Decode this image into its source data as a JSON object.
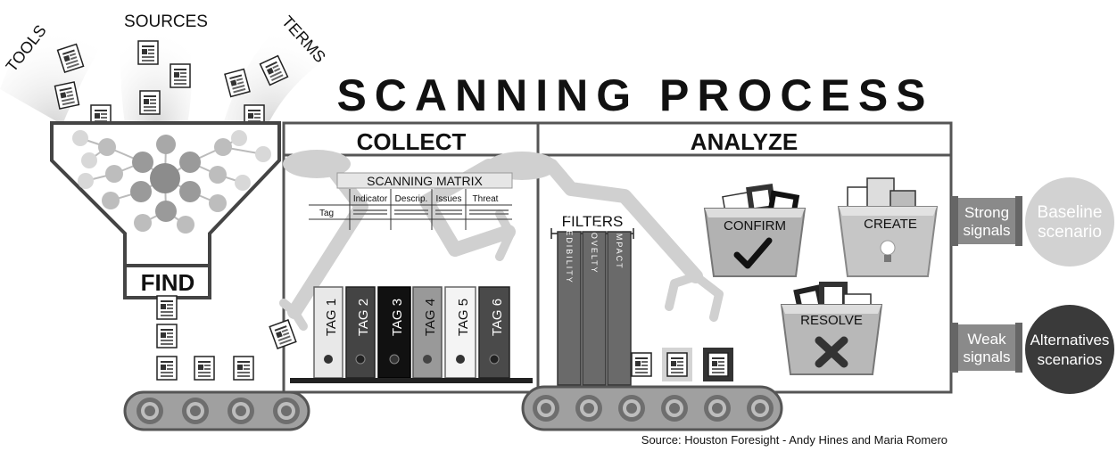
{
  "title": "SCANNING PROCESS",
  "top_labels": {
    "tools": "TOOLS",
    "sources": "SOURCES",
    "terms": "TERMS"
  },
  "stages": {
    "find": "FIND",
    "collect": "COLLECT",
    "analyze": "ANALYZE"
  },
  "matrix": {
    "title": "SCANNING MATRIX",
    "columns": [
      "Indicator",
      "Descrip.",
      "Issues",
      "Threat"
    ],
    "row_label": "Tag"
  },
  "tags": [
    "TAG 1",
    "TAG 2",
    "TAG 3",
    "TAG 4",
    "TAG 5",
    "TAG 6"
  ],
  "filters": {
    "title": "FILTERS",
    "items": [
      "CREDIBILITY",
      "NOVELTY",
      "IMPACT"
    ]
  },
  "bins": {
    "confirm": "CONFIRM",
    "create": "CREATE",
    "resolve": "RESOLVE"
  },
  "outputs": {
    "strong": {
      "line1": "Strong",
      "line2": "signals"
    },
    "weak": {
      "line1": "Weak",
      "line2": "signals"
    },
    "baseline": {
      "line1": "Baseline",
      "line2": "scenario"
    },
    "alternatives": {
      "line1": "Alternatives",
      "line2": "scenarios"
    }
  },
  "source": "Source: Houston Foresight - Andy Hines and Maria Romero",
  "colors": {
    "dark": "#3a3a3a",
    "mid": "#8c8c8c",
    "light": "#c8c8c8",
    "pale": "#e4e4e4"
  }
}
